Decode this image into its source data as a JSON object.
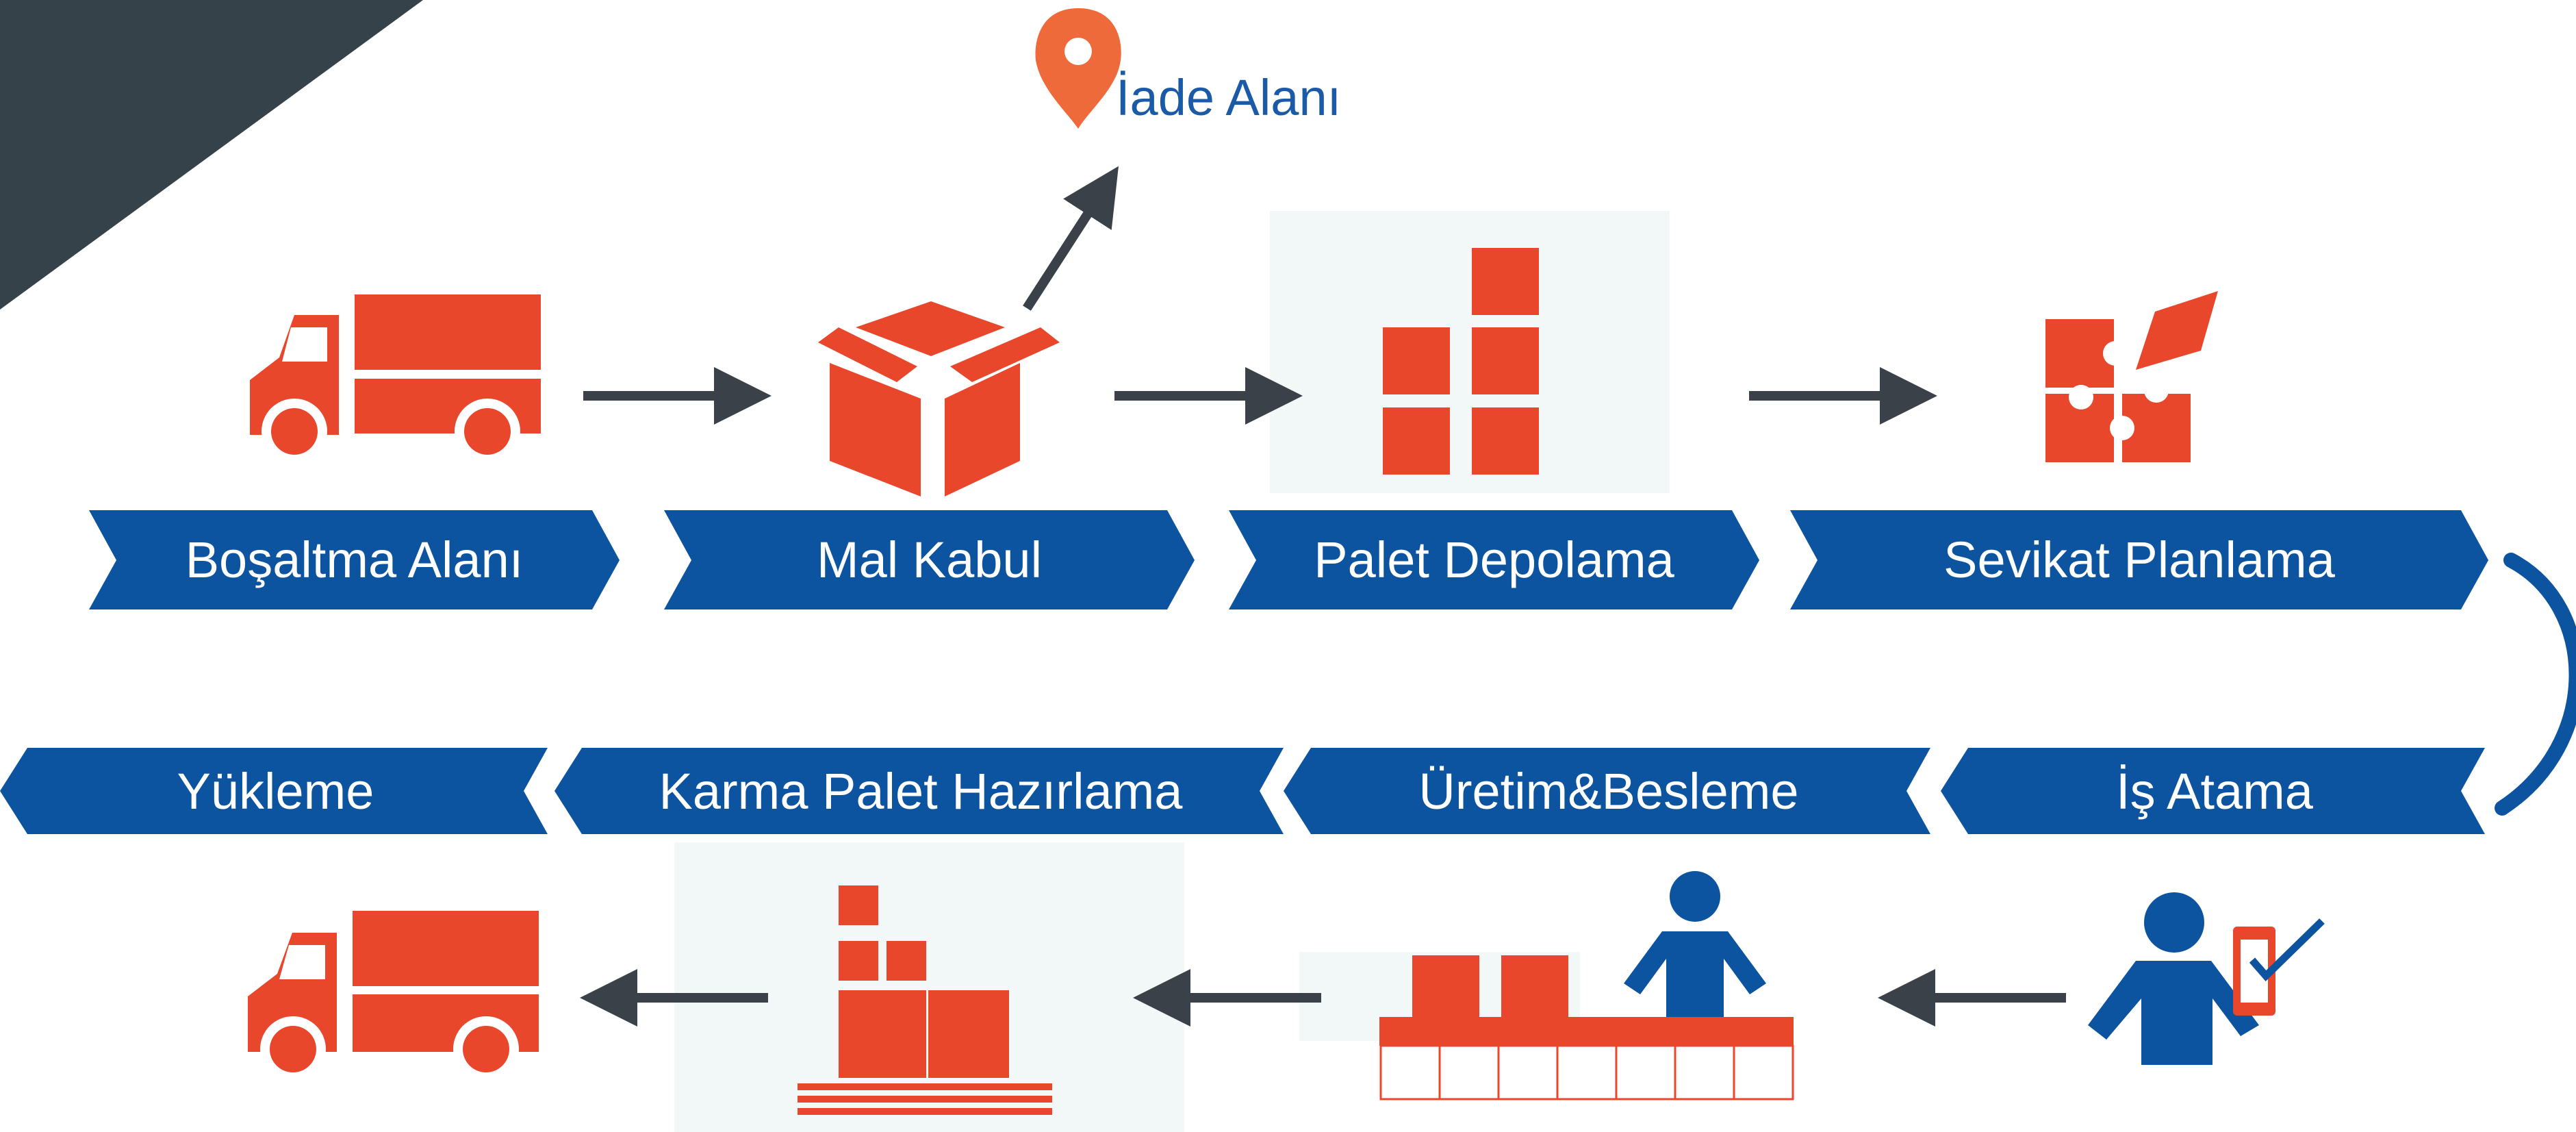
{
  "colors": {
    "primary_blue": "#0c54a0",
    "accent_red": "#e8472c",
    "pin_orange": "#ef6a3a",
    "arrow_dark": "#3a4148",
    "corner_dark": "#36424a",
    "panel_bg": "#f2f7f7"
  },
  "return_area": {
    "label": "İade Alanı",
    "icon": "location-pin-icon"
  },
  "top_row": [
    {
      "label": "Boşaltma Alanı",
      "icon": "truck-icon"
    },
    {
      "label": "Mal Kabul",
      "icon": "open-box-icon"
    },
    {
      "label": "Palet Depolama",
      "icon": "stacked-boxes-icon"
    },
    {
      "label": "Sevikat Planlama",
      "icon": "puzzle-icon"
    }
  ],
  "bottom_row": [
    {
      "label": "Yükleme",
      "icon": "truck-icon"
    },
    {
      "label": "Karma Palet Hazırlama",
      "icon": "mixed-pallet-icon"
    },
    {
      "label": "Üretim&Besleme",
      "icon": "production-worker-icon"
    },
    {
      "label": "İş Atama",
      "icon": "worker-phone-icon"
    }
  ]
}
